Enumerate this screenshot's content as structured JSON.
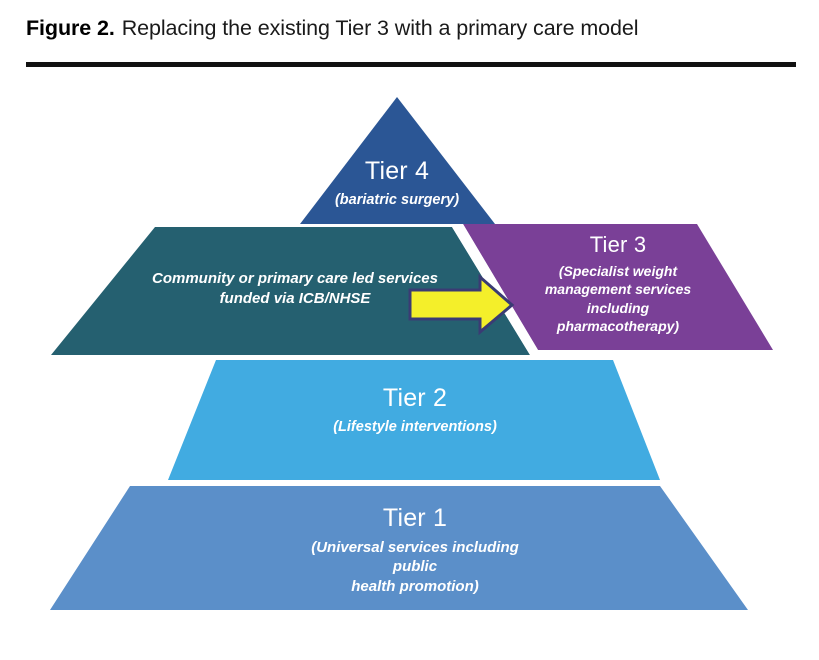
{
  "caption": {
    "label": "Figure 2.",
    "text": "Replacing the existing Tier 3 with a primary care model"
  },
  "diagram": {
    "type": "pyramid",
    "tiers": [
      {
        "id": "tier-4",
        "title": "Tier 4",
        "subtitle": "(bariatric surgery)",
        "color": "#2B5695",
        "shape": "triangle"
      },
      {
        "id": "tier-3-replacement",
        "title": "",
        "subtitle": "Community or primary care led services\nfunded via ICB/NHSE",
        "subtitle_line1": "Community or primary care led services",
        "subtitle_line2": "funded via ICB/NHSE",
        "color": "#256070",
        "shape": "trapezoid"
      },
      {
        "id": "tier-3",
        "title": "Tier 3",
        "subtitle_line1": "(Specialist weight",
        "subtitle_line2": "management services",
        "subtitle_line3": "including",
        "subtitle_line4": "pharmacotherapy)",
        "color": "#7A4097",
        "shape": "trapezoid"
      },
      {
        "id": "tier-2",
        "title": "Tier 2",
        "subtitle": "(Lifestyle interventions)",
        "color": "#41ABE1",
        "shape": "trapezoid"
      },
      {
        "id": "tier-1",
        "title": "Tier 1",
        "subtitle_line1": "(Universal services including public",
        "subtitle_line2": "health promotion)",
        "color": "#5B8FC9",
        "shape": "trapezoid"
      }
    ],
    "arrow": {
      "name": "replacement-arrow",
      "direction": "right",
      "fill": "#F4EF2A",
      "stroke": "#3A3B74"
    }
  },
  "colors": {
    "tier4": "#2B5695",
    "teal": "#256070",
    "tier3": "#7A4097",
    "tier2": "#41ABE1",
    "tier1": "#5B8FC9",
    "arrow_fill": "#F4EF2A",
    "arrow_stroke": "#3A3B74",
    "rule": "#111111",
    "text_on_shape": "#ffffff"
  }
}
